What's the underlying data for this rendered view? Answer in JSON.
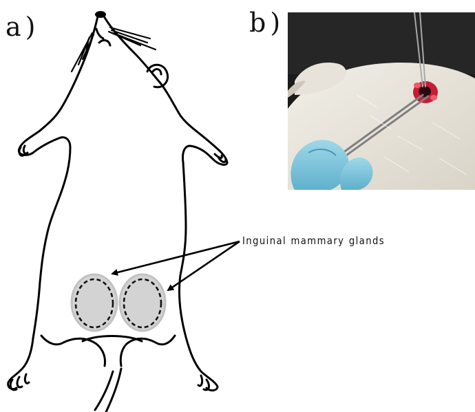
{
  "panels": {
    "a_label": "a)",
    "b_label": "b)"
  },
  "annotation": {
    "text": "Inguinal mammary glands"
  },
  "colors": {
    "outline": "#000000",
    "gland_fill": "#d3d3d3",
    "gland_border": "#bdbdbd",
    "photo_background": "#1b1b1b",
    "fur": "#e9e6df",
    "glove": "#86c9de",
    "incision": "#d6233d"
  }
}
